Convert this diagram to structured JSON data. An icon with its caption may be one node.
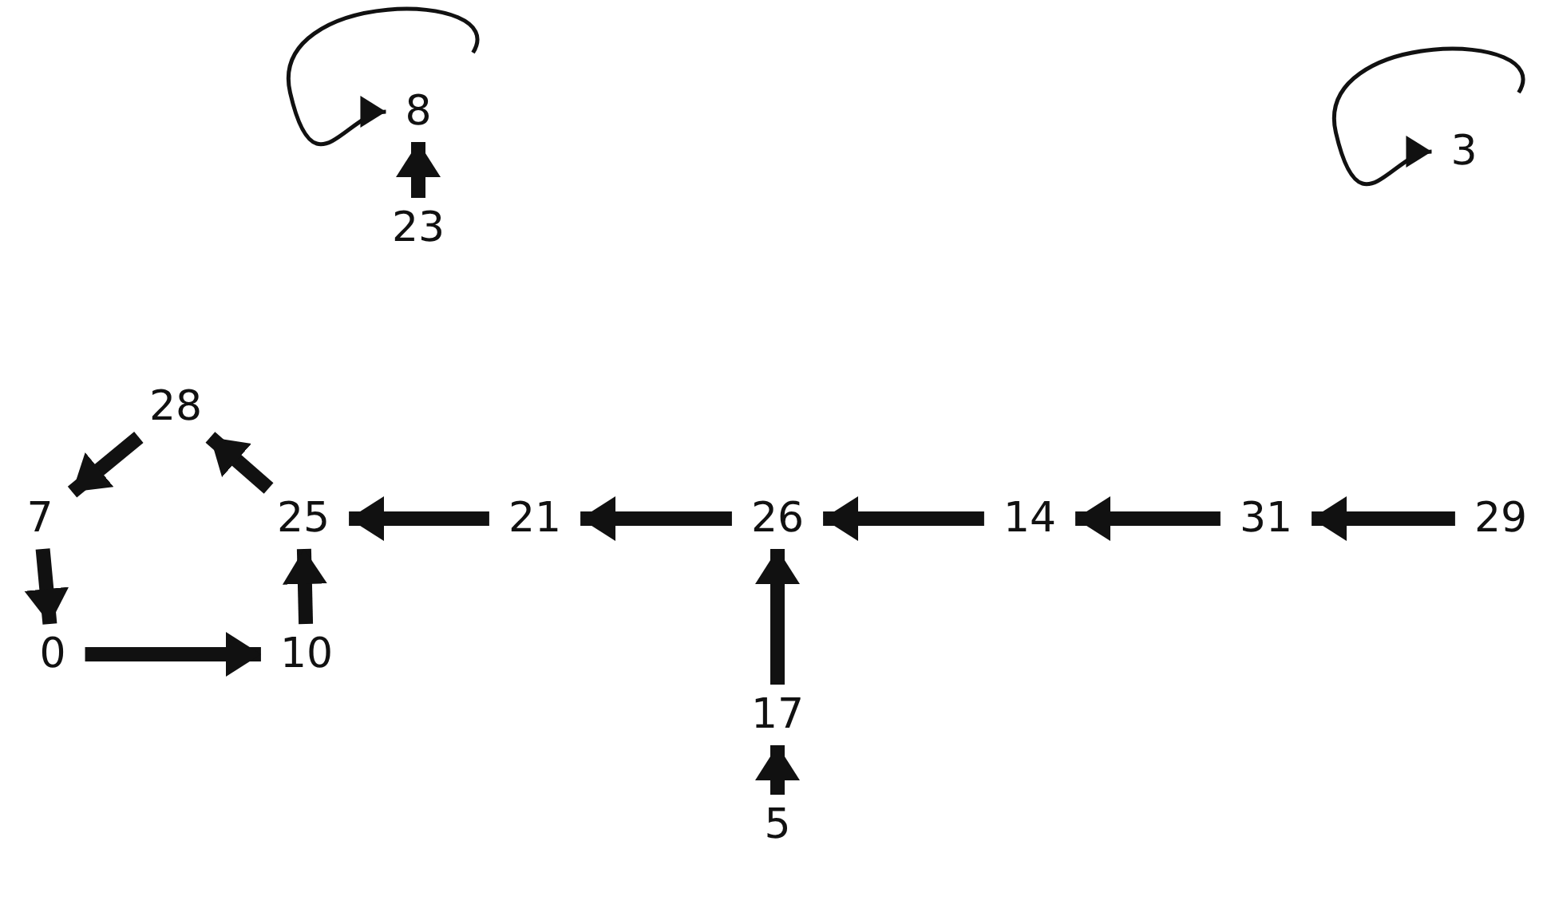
{
  "diagram": {
    "nodes": [
      {
        "text": [
          "8"
        ]
      },
      {
        "text": [
          "3"
        ]
      },
      {
        "text": [
          "23"
        ]
      },
      {
        "text": [
          "28"
        ]
      },
      {
        "text": [
          "7"
        ]
      },
      {
        "text": [
          "25"
        ]
      },
      {
        "text": [
          "21"
        ]
      },
      {
        "text": [
          "26"
        ]
      },
      {
        "text": [
          "14"
        ]
      },
      {
        "text": [
          "31"
        ]
      },
      {
        "text": [
          "29"
        ]
      },
      {
        "text": [
          "0"
        ]
      },
      {
        "text": [
          "10"
        ]
      },
      {
        "text": [
          "17"
        ]
      },
      {
        "text": [
          "5"
        ]
      }
    ],
    "edges": [
      {
        "from": null,
        "to": 0,
        "arrow": "to"
      },
      {
        "from": null,
        "to": 1,
        "arrow": "to"
      },
      {
        "from": 2,
        "to": 0,
        "arrow": "to"
      },
      {
        "from": 3,
        "to": 4,
        "arrow": "to"
      },
      {
        "from": 5,
        "to": 3,
        "arrow": "to"
      },
      {
        "from": 12,
        "to": 5,
        "arrow": "to"
      },
      {
        "from": 4,
        "to": 11,
        "arrow": "to"
      },
      {
        "from": 11,
        "to": 12,
        "arrow": "to"
      },
      {
        "from": 6,
        "to": 5,
        "arrow": "to"
      },
      {
        "from": 7,
        "to": 6,
        "arrow": "to"
      },
      {
        "from": 8,
        "to": 7,
        "arrow": "to"
      },
      {
        "from": 9,
        "to": 8,
        "arrow": "to"
      },
      {
        "from": 10,
        "to": 9,
        "arrow": "to"
      },
      {
        "from": 13,
        "to": 7,
        "arrow": "to"
      },
      {
        "from": 14,
        "to": 13,
        "arrow": "to"
      }
    ]
  }
}
